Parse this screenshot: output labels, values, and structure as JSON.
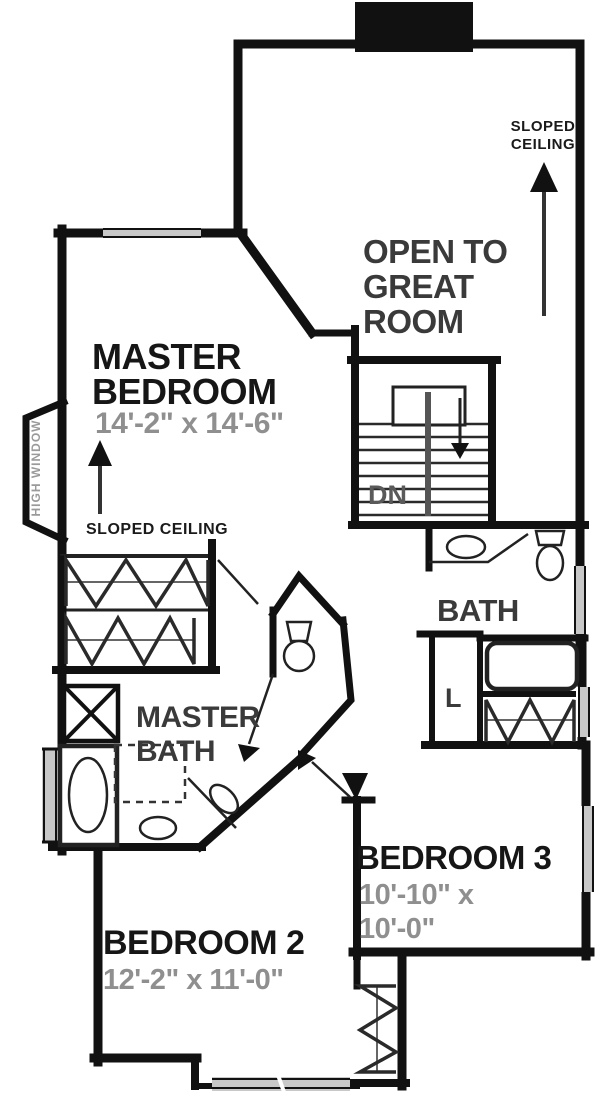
{
  "plan": {
    "rooms": {
      "open_great": {
        "line1": "OPEN TO",
        "line2": "GREAT",
        "line3": "ROOM"
      },
      "master_bedroom": {
        "line1": "MASTER",
        "line2": "BEDROOM",
        "dims": "14'-2\" x 14'-6\""
      },
      "bath": {
        "name": "BATH"
      },
      "master_bath": {
        "line1": "MASTER",
        "line2": "BATH"
      },
      "bedroom2": {
        "name": "BEDROOM 2",
        "dims": "12'-2\" x 11'-0\""
      },
      "bedroom3": {
        "name": "BEDROOM 3",
        "dims_line1": "10'-10\" x",
        "dims_line2": "10'-0\""
      }
    },
    "annotations": {
      "sloped_right_line1": "SLOPED",
      "sloped_right_line2": "CEILING",
      "sloped_left": "SLOPED CEILING",
      "high_window": "HIGH WINDOW",
      "stairs_down": "DN",
      "linen": "L"
    },
    "colors": {
      "wall": "#111111",
      "room_text": "#161616",
      "dim_text": "#8f8f8f",
      "window_fill": "#c8c8c8"
    }
  }
}
